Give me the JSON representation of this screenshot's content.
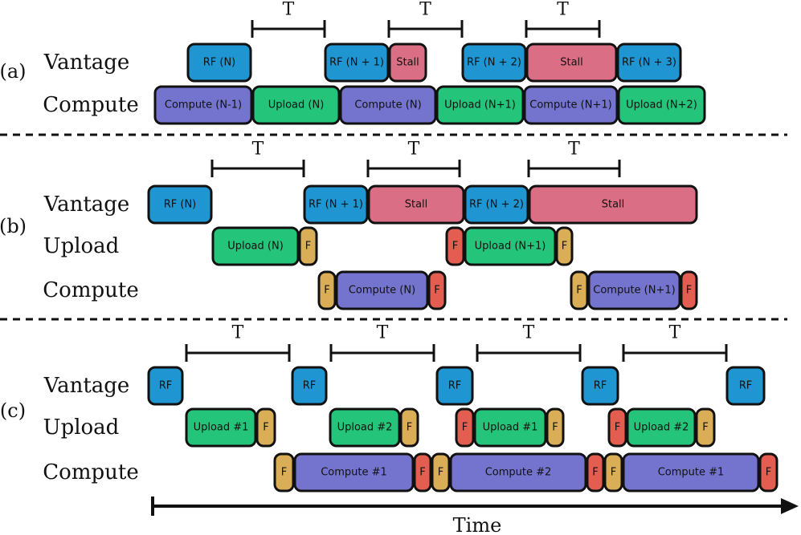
{
  "palette": {
    "rf": "#1f96d2",
    "stall": "#d96e84",
    "compute": "#7474cf",
    "upload": "#24c57a",
    "f_in": "#d9ae56",
    "f_out": "#e35d50",
    "outline": "#111111"
  },
  "period_label": "T",
  "time_label": "Time",
  "sections": [
    {
      "id": "a",
      "label": "(a)",
      "rows": [
        {
          "id": "vantage",
          "label": "Vantage",
          "blocks": [
            {
              "kind": "rf",
              "text": "RF (N)"
            },
            {
              "kind": "rf",
              "text": "RF (N + 1)"
            },
            {
              "kind": "stall",
              "text": "Stall"
            },
            {
              "kind": "rf",
              "text": "RF (N + 2)"
            },
            {
              "kind": "stall",
              "text": "Stall"
            },
            {
              "kind": "rf",
              "text": "RF (N + 3)"
            }
          ]
        },
        {
          "id": "compute",
          "label": "Compute",
          "blocks": [
            {
              "kind": "compute",
              "text": "Compute (N-1)"
            },
            {
              "kind": "upload",
              "text": "Upload  (N)"
            },
            {
              "kind": "compute",
              "text": "Compute (N)"
            },
            {
              "kind": "upload",
              "text": "Upload (N+1)"
            },
            {
              "kind": "compute",
              "text": "Compute (N+1)"
            },
            {
              "kind": "upload",
              "text": "Upload  (N+2)"
            }
          ]
        }
      ],
      "periods": 3
    },
    {
      "id": "b",
      "label": "(b)",
      "rows": [
        {
          "id": "vantage",
          "label": "Vantage",
          "blocks": [
            {
              "kind": "rf",
              "text": "RF (N)"
            },
            {
              "kind": "rf",
              "text": "RF (N + 1)"
            },
            {
              "kind": "stall",
              "text": "Stall"
            },
            {
              "kind": "rf",
              "text": "RF (N + 2)"
            },
            {
              "kind": "stall",
              "text": "Stall"
            }
          ]
        },
        {
          "id": "upload",
          "label": "Upload",
          "blocks": [
            {
              "kind": "upload",
              "text": "Upload  (N)"
            },
            {
              "kind": "f_in",
              "text": "F"
            },
            {
              "kind": "f_out",
              "text": "F"
            },
            {
              "kind": "upload",
              "text": "Upload  (N+1)"
            },
            {
              "kind": "f_in",
              "text": "F"
            }
          ]
        },
        {
          "id": "compute",
          "label": "Compute",
          "blocks": [
            {
              "kind": "f_in",
              "text": "F"
            },
            {
              "kind": "compute",
              "text": "Compute (N)"
            },
            {
              "kind": "f_out",
              "text": "F"
            },
            {
              "kind": "f_in",
              "text": "F"
            },
            {
              "kind": "compute",
              "text": "Compute (N+1)"
            },
            {
              "kind": "f_out",
              "text": "F"
            }
          ]
        }
      ],
      "periods": 3
    },
    {
      "id": "c",
      "label": "(c)",
      "rows": [
        {
          "id": "vantage",
          "label": "Vantage",
          "blocks": [
            {
              "kind": "rf",
              "text": "RF"
            },
            {
              "kind": "rf",
              "text": "RF"
            },
            {
              "kind": "rf",
              "text": "RF"
            },
            {
              "kind": "rf",
              "text": "RF"
            },
            {
              "kind": "rf",
              "text": "RF"
            }
          ]
        },
        {
          "id": "upload",
          "label": "Upload",
          "blocks": [
            {
              "kind": "upload",
              "text": "Upload #1"
            },
            {
              "kind": "f_in",
              "text": "F"
            },
            {
              "kind": "upload",
              "text": "Upload #2"
            },
            {
              "kind": "f_in",
              "text": "F"
            },
            {
              "kind": "f_out",
              "text": "F"
            },
            {
              "kind": "upload",
              "text": "Upload #1"
            },
            {
              "kind": "f_in",
              "text": "F"
            },
            {
              "kind": "f_out",
              "text": "F"
            },
            {
              "kind": "upload",
              "text": "Upload #2"
            },
            {
              "kind": "f_in",
              "text": "F"
            }
          ]
        },
        {
          "id": "compute",
          "label": "Compute",
          "blocks": [
            {
              "kind": "f_in",
              "text": "F"
            },
            {
              "kind": "compute",
              "text": "Compute #1"
            },
            {
              "kind": "f_out",
              "text": "F"
            },
            {
              "kind": "f_in",
              "text": "F"
            },
            {
              "kind": "compute",
              "text": "Compute #2"
            },
            {
              "kind": "f_out",
              "text": "F"
            },
            {
              "kind": "f_in",
              "text": "F"
            },
            {
              "kind": "compute",
              "text": "Compute #1"
            },
            {
              "kind": "f_out",
              "text": "F"
            }
          ]
        }
      ],
      "periods": 4
    }
  ]
}
